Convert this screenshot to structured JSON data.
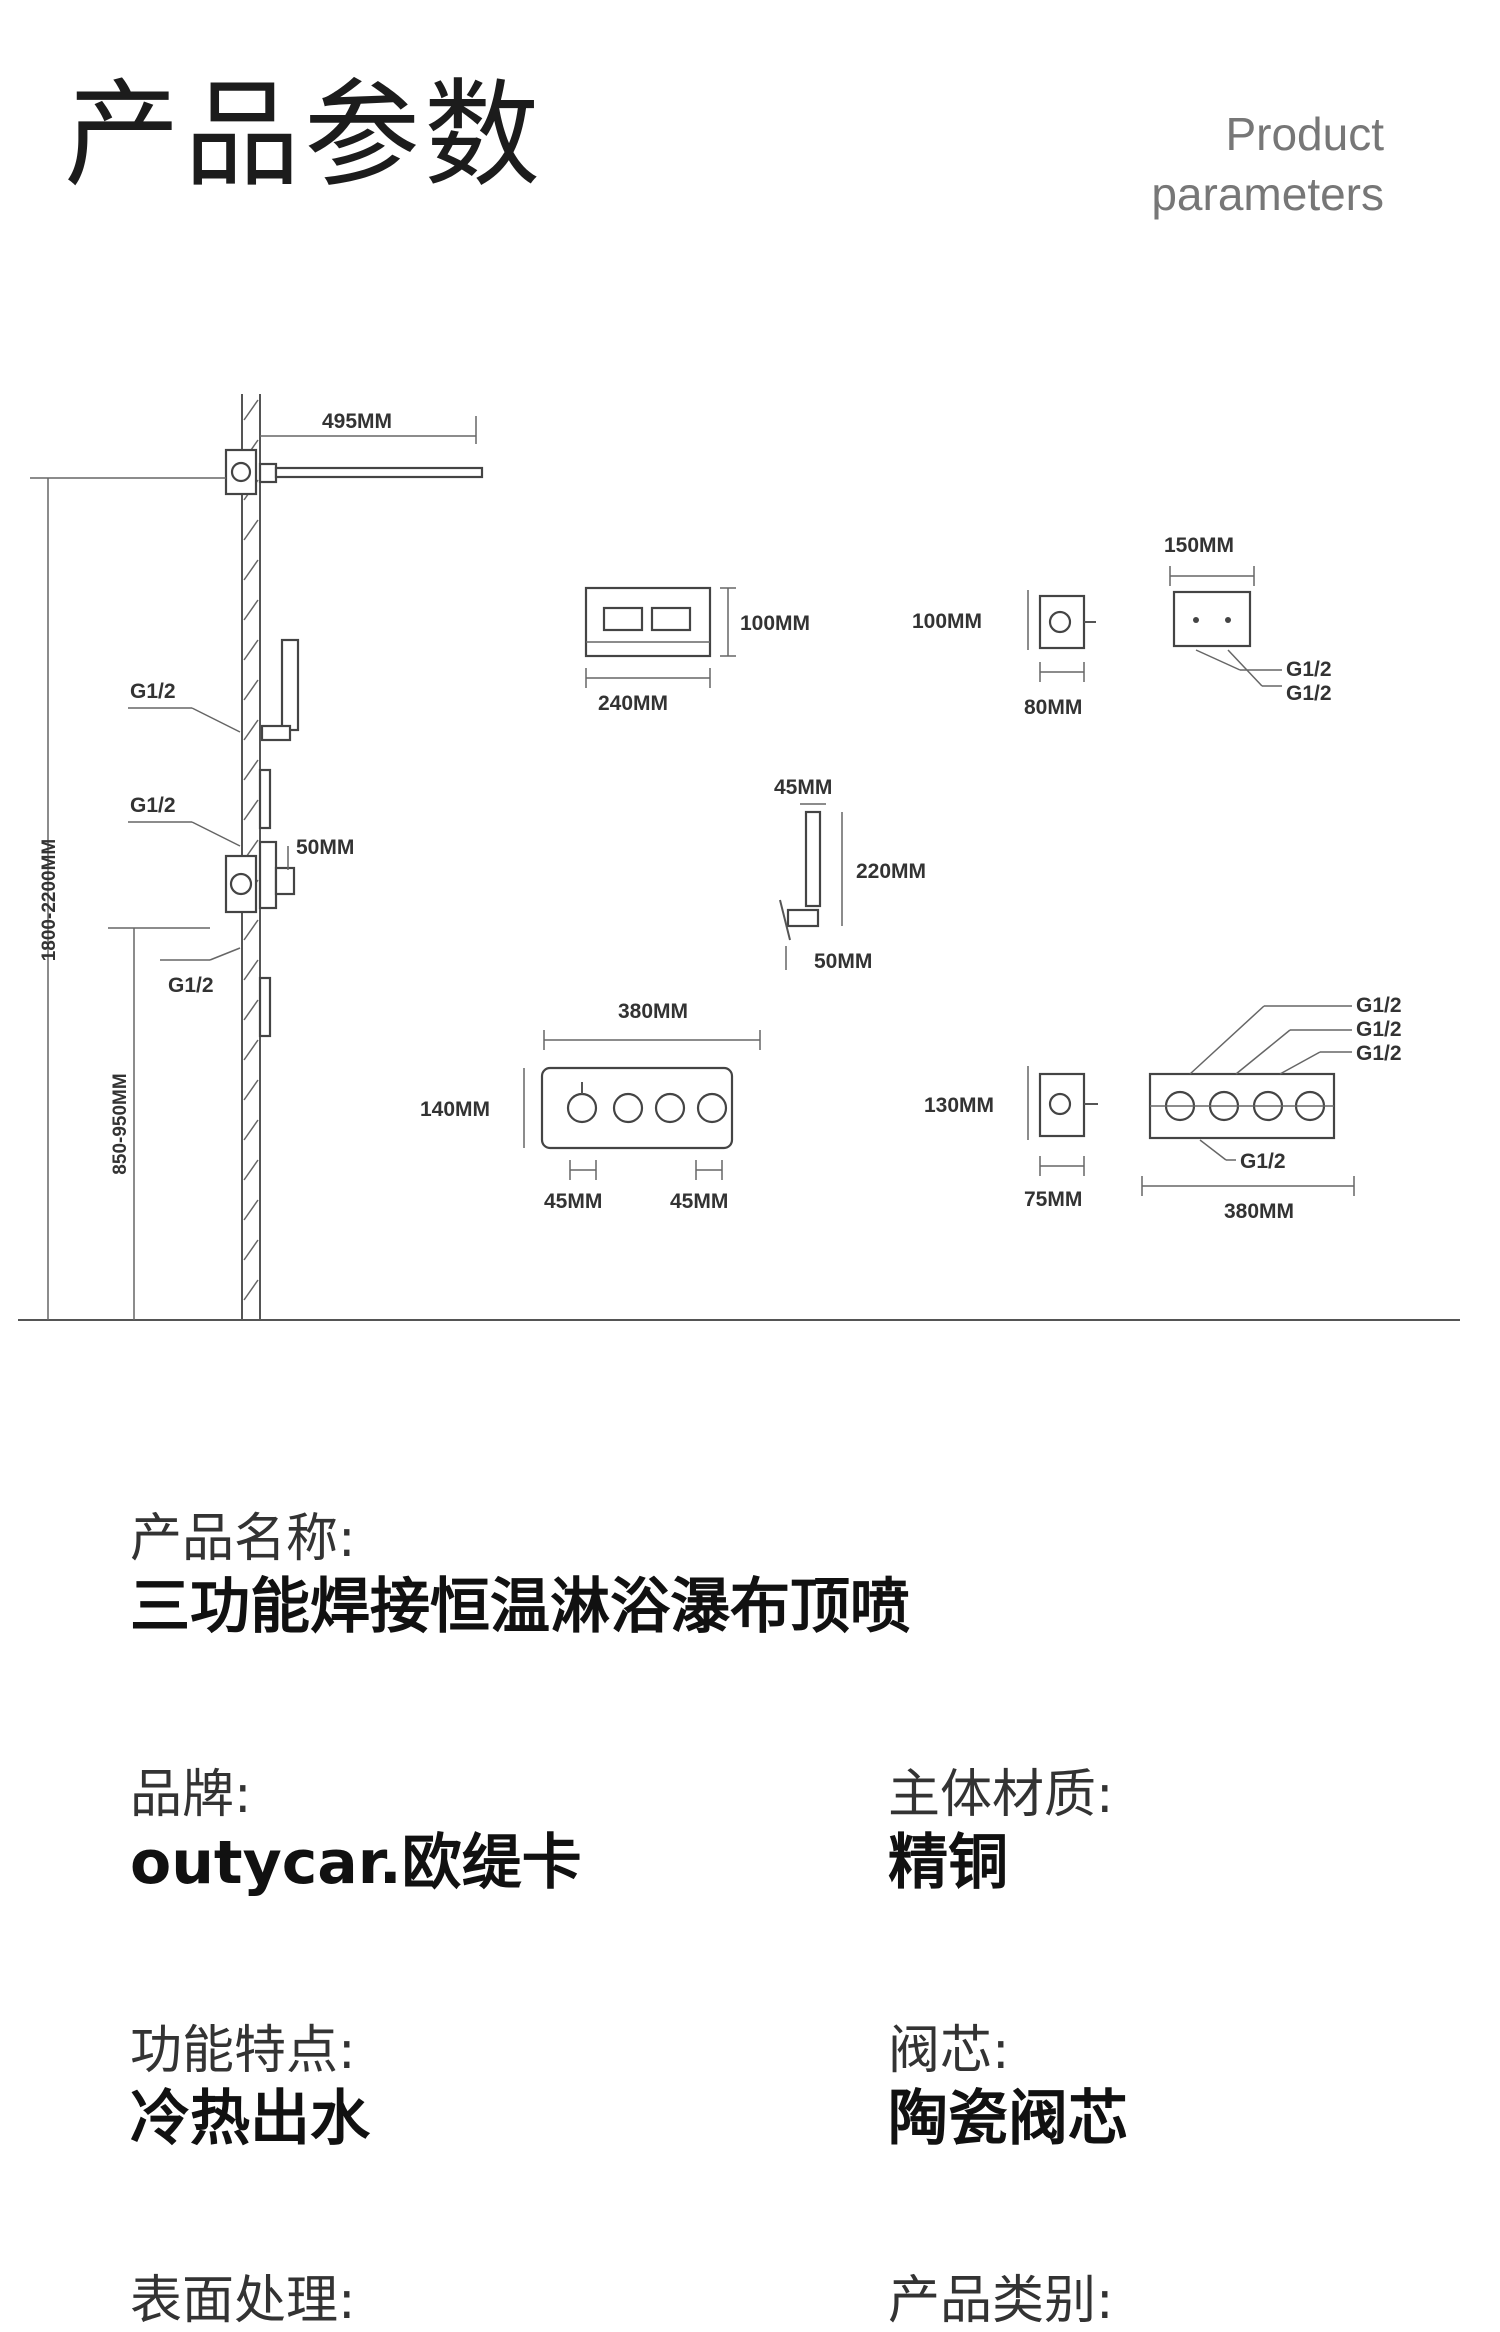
{
  "header": {
    "title": "产品参数",
    "subtitle_line1": "Product",
    "subtitle_line2": "parameters"
  },
  "diagram": {
    "dims": {
      "d495": "495MM",
      "d1800": "1800-2200MM",
      "d850": "850-950MM",
      "d50a": "50MM",
      "d100a": "100MM",
      "d240": "240MM",
      "d100b": "100MM",
      "d80": "80MM",
      "d150": "150MM",
      "d45a": "45MM",
      "d220": "220MM",
      "d50b": "50MM",
      "d380a": "380MM",
      "d140": "140MM",
      "d45b": "45MM",
      "d45c": "45MM",
      "d130": "130MM",
      "d75": "75MM",
      "d380b": "380MM"
    },
    "threads": {
      "g1": "G1/2",
      "g2": "G1/2",
      "g3": "G1/2",
      "g4": "G1/2",
      "g5": "G1/2",
      "g6": "G1/2",
      "g7": "G1/2",
      "g8": "G1/2",
      "g9": "G1/2"
    }
  },
  "params": {
    "name": {
      "label": "产品名称:",
      "value": "三功能焊接恒温淋浴瀑布顶喷"
    },
    "brand": {
      "label": "品牌:",
      "value": "outycar.欧缇卡"
    },
    "material": {
      "label": "主体材质:",
      "value": "精铜"
    },
    "feature": {
      "label": "功能特点:",
      "value": "冷热出水"
    },
    "valve": {
      "label": "阀芯:",
      "value": "陶瓷阀芯"
    },
    "surface": {
      "label": "表面处理:"
    },
    "category": {
      "label": "产品类别:"
    }
  }
}
